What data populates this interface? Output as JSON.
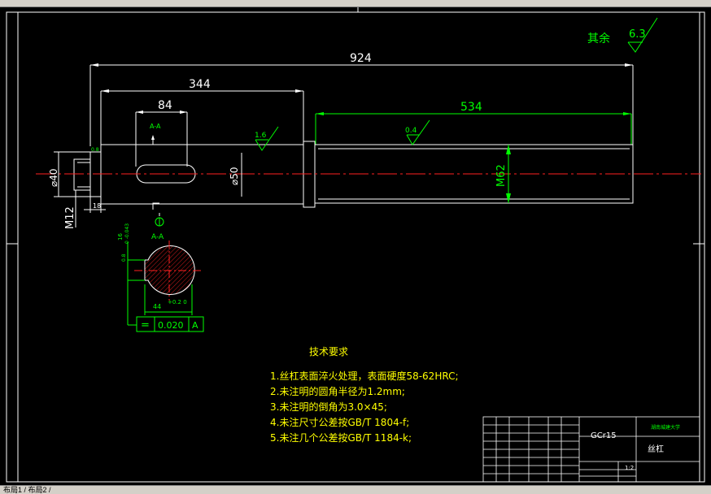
{
  "colors": {
    "background": "#000000",
    "frame": "#ffffff",
    "centerline": "#ff2020",
    "dimension": "#00ff00",
    "note_text": "#ffff00",
    "roughness": "#00ff00"
  },
  "status": {
    "layout_tabs": "布局1 / 布局2 /"
  },
  "drawing": {
    "roughness_general_label": "其余",
    "roughness_general_value": "6.3",
    "roughness_shaft": "1.6",
    "roughness_thread": "0.4",
    "dim_total": "924",
    "dim_left": "344",
    "dim_key_len": "84",
    "dim_right": "534",
    "dim_d40": "⌀40",
    "dim_d50": "⌀50",
    "dim_m62": "M62",
    "dim_m12": "M12",
    "dim_18": "18",
    "dim_small": "0.8",
    "section_label_top": "A-A",
    "section_label": "A-A",
    "key_depth_label": "16",
    "key_depth_tol": "0 -0.043",
    "key_width": "44",
    "key_width_tol": "+0.2 0",
    "small_label": "0.8",
    "tolerance_symbol": "=",
    "tolerance_value": "0.020",
    "tolerance_datum": "A"
  },
  "notes": {
    "title": "技术要求",
    "items": [
      "1.丝杠表面淬火处理，表面硬度58-62HRC;",
      "2.未注明的圆角半径为1.2mm;",
      "3.未注明的倒角为3.0×45;",
      "4.未注尺寸公差按GB/T 1804-f;",
      "5.未注几个公差按GB/T 1184-k;"
    ]
  },
  "title_block": {
    "material": "GCr15",
    "school": "湖南城建大学",
    "part_name": "丝杠",
    "scale": "1:2"
  }
}
